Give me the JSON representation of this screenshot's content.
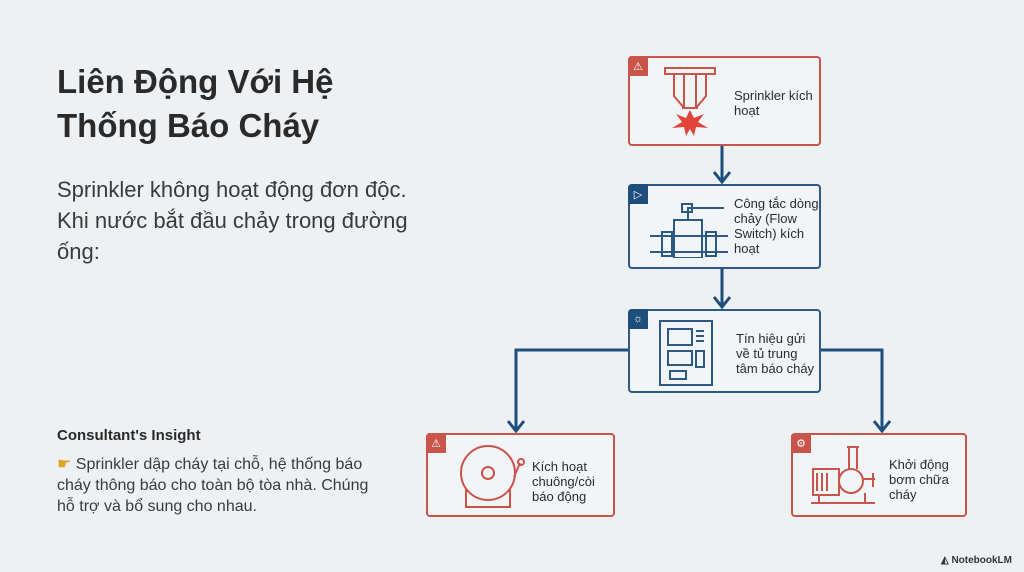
{
  "title": "Liên Động Với Hệ Thống Báo Cháy",
  "intro": "Sprinkler không hoạt động đơn độc. Khi nước bắt đầu chảy trong đường ống:",
  "insight": {
    "heading": "Consultant's Insight",
    "icon": "pointing-hand-icon",
    "text": "Sprinkler dập cháy tại chỗ, hệ thống báo cháy thông báo cho toàn bộ tòa nhà. Chúng hỗ trợ và bổ sung cho nhau."
  },
  "steps": [
    {
      "label": "Sprinkler kích hoạt",
      "icon": "sprinkler-icon",
      "tag": "alarm-icon",
      "color": "#c9544a"
    },
    {
      "label": "Công tắc dòng chảy (Flow Switch) kích hoạt",
      "icon": "valve-icon",
      "tag": "flow-icon",
      "color": "#2c5a84"
    },
    {
      "label": "Tín hiệu gửi về tủ trung tâm báo cháy",
      "icon": "control-panel-icon",
      "tag": "signal-icon",
      "color": "#2c5a84"
    },
    {
      "label": "Kích hoạt chuông/còi báo động",
      "icon": "bell-icon",
      "tag": "alarm-icon",
      "color": "#c9544a"
    },
    {
      "label": "Khởi động bơm chữa cháy",
      "icon": "pump-icon",
      "tag": "pump-tag-icon",
      "color": "#c9544a"
    }
  ],
  "brand": "NotebookLM"
}
